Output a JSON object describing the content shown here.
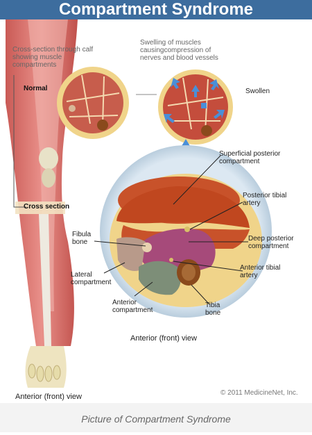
{
  "header": {
    "title": "Compartment Syndrome"
  },
  "labels": {
    "cross_section_desc": "Cross-section through calf showing muscle compartments",
    "swelling_desc": "Swelling of muscles causingcompression of nerves and blood vessels",
    "normal": "Normal",
    "swollen": "Swollen",
    "cross_section": "Cross section",
    "superficial_posterior": "Superficial posterior compartment",
    "posterior_tibial_artery": "Posterior tibial artery",
    "fibula_bone": "Fibula bone",
    "deep_posterior": "Deep posterior compartment",
    "lateral_compartment": "Lateral compartment",
    "anterior_tibial_artery": "Anterior tibial artery",
    "anterior_compartment": "Anterior compartment",
    "tibia_bone": "Tibia bone",
    "anterior_view_section": "Anterior (front) view",
    "anterior_view_leg": "Anterior (front) view"
  },
  "credit": "© 2011 MedicineNet, Inc.",
  "caption": "Picture of Compartment Syndrome",
  "colors": {
    "header_bg": "#3d6d9e",
    "muscle": "#c8522a",
    "deep_posterior": "#a64a7a",
    "anterior": "#7d8e78",
    "lateral": "#b89a8a",
    "fat": "#f0d48a",
    "swelling_arrow": "#4a8fd8"
  }
}
